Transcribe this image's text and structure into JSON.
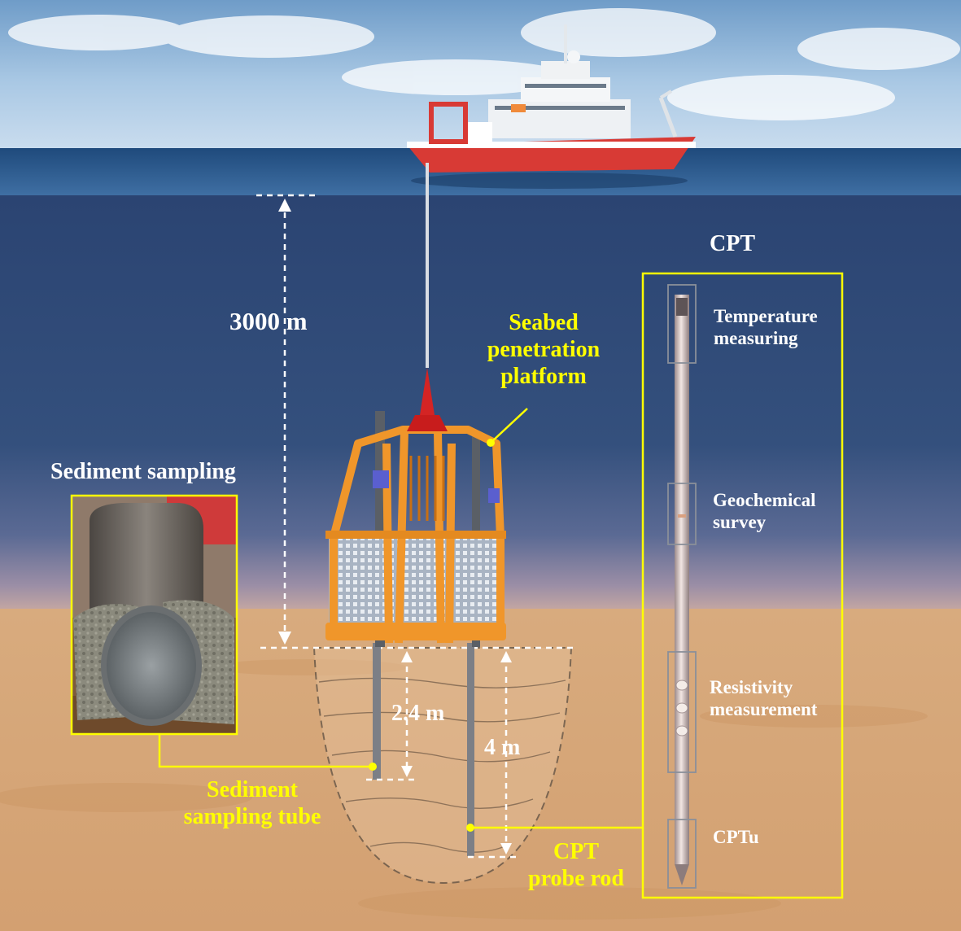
{
  "labels": {
    "depth": "3000 m",
    "platform_line1": "Seabed",
    "platform_line2": "penetration",
    "platform_line3": "platform",
    "sediment_sampling": "Sediment sampling",
    "tube_line1": "Sediment",
    "tube_line2": "sampling tube",
    "depth_24": "2.4 m",
    "depth_4": "4 m",
    "probe_line1": "CPT",
    "probe_line2": "probe rod",
    "cpt_title": "CPT",
    "temp_line1": "Temperature",
    "temp_line2": "measuring",
    "geo_line1": "Geochemical",
    "geo_line2": "survey",
    "res_line1": "Resistivity",
    "res_line2": "measurement",
    "cptu": "CPTu"
  },
  "colors": {
    "sky": "#8fb6d9",
    "sea_surface": "#2c5a8c",
    "deep_water": "#2c4775",
    "seabed": "#d9ab7c",
    "platform_orange": "#f0962a",
    "callout_yellow": "#ffff00",
    "ship_hull": "#d83a35"
  }
}
